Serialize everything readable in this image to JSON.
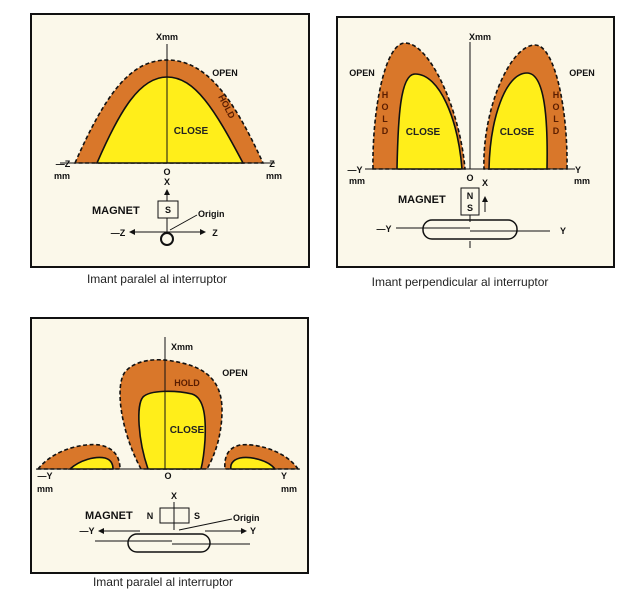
{
  "colors": {
    "hold": "#d9772a",
    "close": "#ffee1a",
    "background": "#fbf8ea"
  },
  "panel1": {
    "xaxis": "Xmm",
    "open": "OPEN",
    "hold": "HOLD",
    "close": "CLOSE",
    "neg_axis": "—Z",
    "pos_axis": "Z",
    "unit": "mm",
    "origin_o": "O",
    "x": "X",
    "magnet": "MAGNET",
    "pole": "S",
    "origin": "Origin",
    "neg_z": "—Z",
    "pos_z": "Z",
    "caption": "Imant paralel al interruptor"
  },
  "panel2": {
    "xaxis": "Xmm",
    "open": "OPEN",
    "hold_letters": [
      "H",
      "O",
      "L",
      "D"
    ],
    "close": "CLOSE",
    "neg_axis": "—Y",
    "pos_axis": "Y",
    "unit": "mm",
    "origin_o": "O",
    "x": "X",
    "magnet": "MAGNET",
    "pole_n": "N",
    "pole_s": "S",
    "neg_y": "—Y",
    "pos_y": "Y",
    "caption": "Imant perpendicular al interruptor"
  },
  "panel3": {
    "xaxis": "Xmm",
    "open": "OPEN",
    "hold": "HOLD",
    "close": "CLOSE",
    "neg_axis": "—Y",
    "pos_axis": "Y",
    "unit": "mm",
    "origin_o": "O",
    "x": "X",
    "magnet": "MAGNET",
    "pole_n": "N",
    "pole_s": "S",
    "origin": "Origin",
    "neg_y": "—Y",
    "pos_y": "Y",
    "caption": "Imant paralel al interruptor"
  }
}
